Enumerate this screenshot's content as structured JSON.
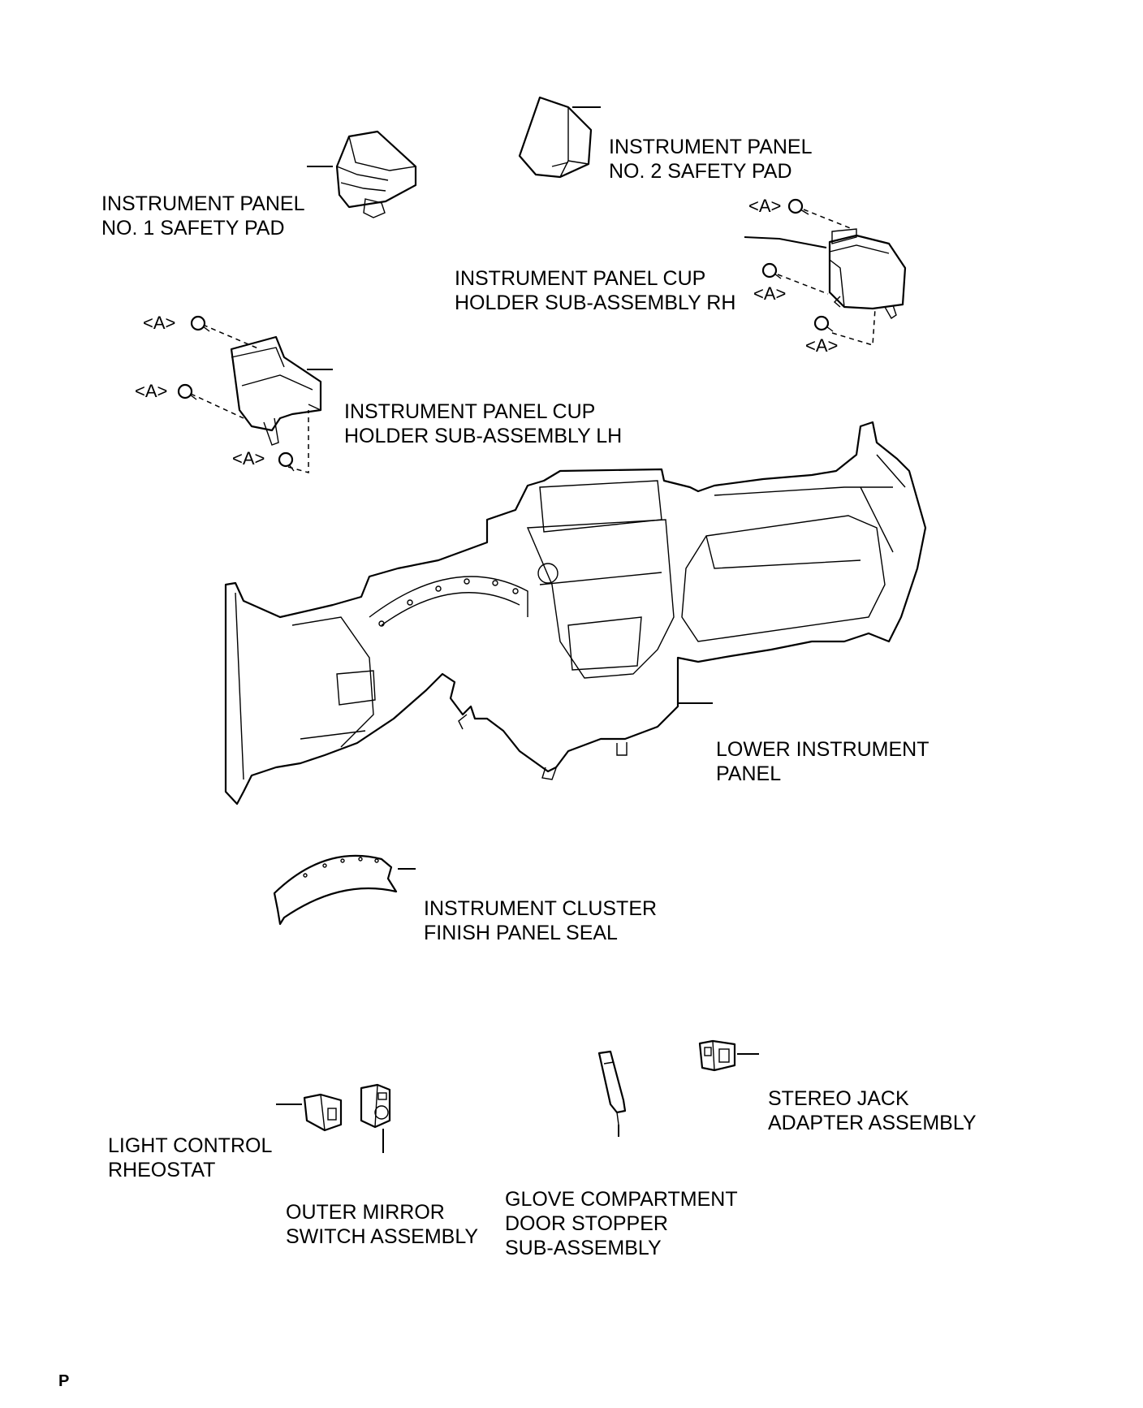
{
  "labels": {
    "safety_pad_1": [
      "INSTRUMENT PANEL",
      "NO. 1 SAFETY PAD"
    ],
    "safety_pad_2": [
      "INSTRUMENT PANEL",
      "NO. 2 SAFETY PAD"
    ],
    "cup_holder_rh": [
      "INSTRUMENT PANEL CUP",
      "HOLDER SUB-ASSEMBLY RH"
    ],
    "cup_holder_lh": [
      "INSTRUMENT PANEL CUP",
      "HOLDER SUB-ASSEMBLY LH"
    ],
    "lower_panel": [
      "LOWER INSTRUMENT",
      "PANEL"
    ],
    "cluster_seal": [
      "INSTRUMENT CLUSTER",
      "FINISH PANEL SEAL"
    ],
    "stereo_jack": [
      "STEREO JACK",
      "ADAPTER ASSEMBLY"
    ],
    "light_control": [
      "LIGHT CONTROL",
      "RHEOSTAT"
    ],
    "outer_mirror": [
      "OUTER MIRROR",
      "SWITCH ASSEMBLY"
    ],
    "glove_stopper": [
      "GLOVE COMPARTMENT",
      "DOOR STOPPER",
      "SUB-ASSEMBLY"
    ]
  },
  "fastener_tag": "<A>",
  "corner_mark": "P"
}
